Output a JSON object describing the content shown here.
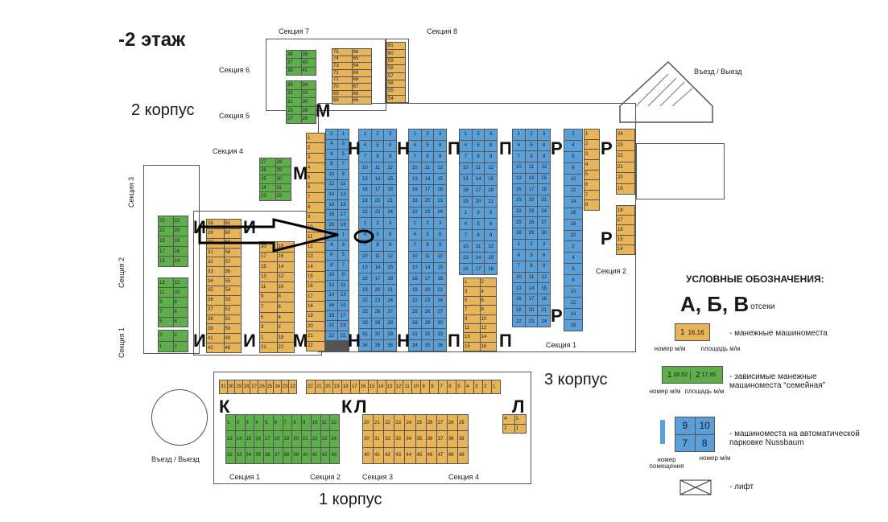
{
  "floor_title": "-2 этаж",
  "buildings": {
    "b1": "1 корпус",
    "b2": "2 корпус",
    "b3": "3 корпус"
  },
  "sections": {
    "s1": "Секция 1",
    "s2": "Секция 2",
    "s3": "Секция 3",
    "s4": "Секция 4",
    "s5": "Секция 5",
    "s6": "Секция 6",
    "s7": "Секция 7",
    "s8": "Секция 8",
    "b3s1": "Секция 1",
    "b3s2": "Секция 2",
    "b1s1": "Секция 1",
    "b1s2": "Секция 2",
    "b1s3": "Секция 3",
    "b1s4": "Секция 4"
  },
  "entrances": {
    "top_right": "Въезд / Выезд",
    "bottom_left": "Въезд / Выезд"
  },
  "zone_letters": {
    "m": "М",
    "n": "Н",
    "p": "П",
    "r": "Р",
    "i": "И",
    "k": "К",
    "l": "Л"
  },
  "legend": {
    "title": "УСЛОВНЫЕ ОБОЗНАЧЕНИЯ:",
    "compartments_symbol": "А, Б, В",
    "compartments": "- отсеки",
    "manege_sample_num": "1",
    "manege_sample_area": "16.16",
    "manege": "- манежные машиноместа",
    "num_label": "номер м/м",
    "area_label": "площадь м/м",
    "family_num1": "1",
    "family_area1": "20.52",
    "family_num2": "2",
    "family_area2": "17.95",
    "family": "- зависимые манежные машиноместа “семейная”",
    "family_num_label": "номер м/м",
    "family_area_label": "площадь м/м",
    "nussbaum_nums": [
      "9",
      "10",
      "7",
      "8"
    ],
    "nussbaum": "- машиноместа на автоматической парковке Nussbaum",
    "room_label": "номер помещения",
    "nussbaum_num_label": "номер м/м",
    "lift": "- лифт"
  },
  "colors": {
    "manege": "#e8b45a",
    "family": "#5fae4c",
    "nussbaum": "#5a9fd8"
  }
}
